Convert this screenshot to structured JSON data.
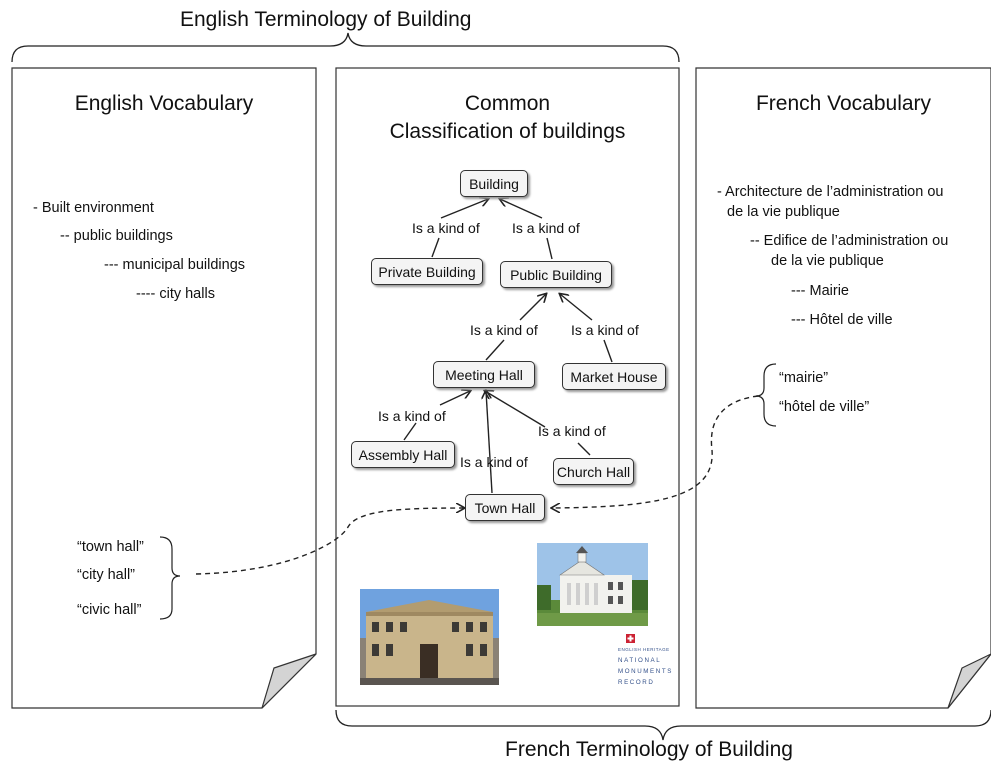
{
  "titles": {
    "top": "English Terminology of Building",
    "bottom": "French Terminology of Building"
  },
  "english_panel": {
    "title": "English Vocabulary",
    "items": [
      "- Built environment",
      "-- public buildings",
      "--- municipal buildings",
      "---- city halls"
    ],
    "terms": [
      "“town hall”",
      "“city hall”",
      "“civic hall”"
    ]
  },
  "common_panel": {
    "title_line1": "Common",
    "title_line2": "Classification of buildings",
    "nodes": {
      "building": "Building",
      "private_building": "Private Building",
      "public_building": "Public Building",
      "meeting_hall": "Meeting Hall",
      "market_house": "Market House",
      "assembly_hall": "Assembly Hall",
      "church_hall": "Church Hall",
      "town_hall": "Town Hall"
    },
    "relation_label": "Is a kind of",
    "logo": {
      "line1": "ENGLISH HERITAGE",
      "line2": "NATIONAL",
      "line3": "MONUMENTS",
      "line4": "RECORD"
    }
  },
  "french_panel": {
    "title": "French Vocabulary",
    "item1_line1": "- Architecture de l’administration ou",
    "item1_line2": "de la vie publique",
    "item2_line1": "-- Edifice de l’administration ou",
    "item2_line2": "de la vie publique",
    "item3": "--- Mairie",
    "item4": "--- Hôtel de ville",
    "terms": [
      "“mairie”",
      "“hôtel de ville”"
    ]
  },
  "colors": {
    "line": "#222222",
    "node_fill": "#f4f4f4",
    "logo_red": "#cc2233",
    "logo_blue": "#33508a"
  }
}
